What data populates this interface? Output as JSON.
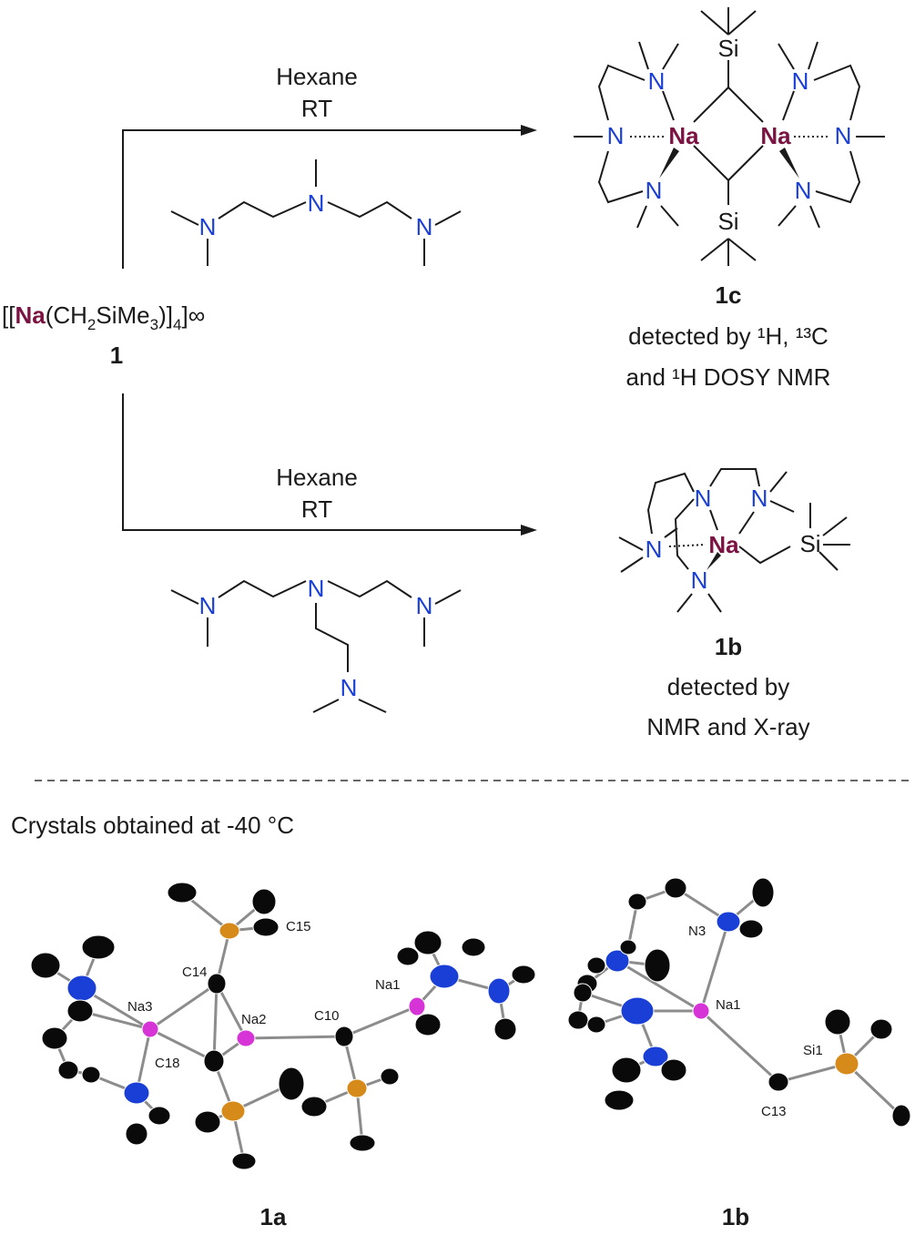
{
  "reaction_top": {
    "solvent": "Hexane",
    "temperature": "RT",
    "product_id": "1c",
    "detection_line1": "detected by ¹H, ¹³C",
    "detection_line2": "and ¹H DOSY NMR"
  },
  "reaction_bottom": {
    "solvent": "Hexane",
    "temperature": "RT",
    "product_id": "1b",
    "detection_line1": "detected by",
    "detection_line2": "NMR and X-ray"
  },
  "starting_material": {
    "formula_open": "[[",
    "formula_metal": "Na",
    "formula_rest": "(CH",
    "sub1": "2",
    "mid": "SiMe",
    "sub2": "3",
    "close": ")]",
    "sub3": "4",
    "inf": "]∞",
    "id": "1"
  },
  "atoms": {
    "N": "N",
    "Na": "Na",
    "Si": "Si"
  },
  "crystal_section": {
    "title": "Crystals obtained at -40 °C",
    "left_id": "1a",
    "right_id": "1b",
    "labels_1a": [
      "C15",
      "C14",
      "Na3",
      "Na2",
      "C10",
      "Na1",
      "C18"
    ],
    "labels_1b": [
      "N3",
      "Na1",
      "Si1",
      "C13"
    ]
  },
  "colors": {
    "nitrogen": "#1a3fd6",
    "sodium": "#7a1342",
    "sodium_ortep": "#d634d6",
    "silicon_ortep": "#d68a1a"
  }
}
